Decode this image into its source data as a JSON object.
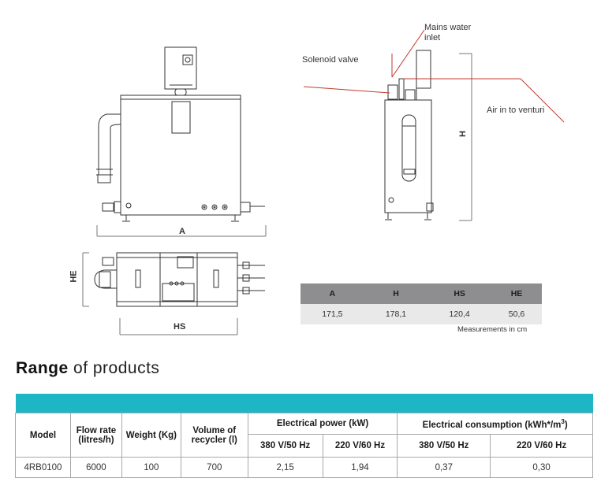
{
  "callouts": {
    "mains_water_line1": "Mains water",
    "mains_water_line2": "inlet",
    "solenoid_valve": "Solenoid valve",
    "air_in": "Air in to  venturi"
  },
  "dimension_labels": {
    "a": "A",
    "h": "H",
    "he": "HE",
    "hs": "HS"
  },
  "dimensions_table": {
    "headers": [
      "A",
      "H",
      "HS",
      "HE"
    ],
    "values": [
      "171,5",
      "178,1",
      "120,4",
      "50,6"
    ],
    "note": "Measurements in  cm"
  },
  "range": {
    "title_bold": "Range",
    "title_rest": " of products"
  },
  "products_table": {
    "headers": {
      "model": "Model",
      "flow_rate": "Flow rate (litres/h)",
      "weight": "Weight (Kg)",
      "volume": "Volume of recycler (l)",
      "electrical_power": "Electrical power (kW)",
      "electrical_consumption_prefix": "Electrical consumption (kWh*/m",
      "electrical_consumption_sup": "3",
      "electrical_consumption_suffix": ")",
      "v380": "380 V/50 Hz",
      "v220": "220 V/60 Hz",
      "v380b": "380 V/50 Hz",
      "v220b": "220 V/60 Hz"
    },
    "rows": [
      {
        "model": "4RB0100",
        "flow_rate": "6000",
        "weight": "100",
        "volume": "700",
        "power_380": "2,15",
        "power_220": "1,94",
        "consumption_380": "0,37",
        "consumption_220": "0,30"
      }
    ]
  },
  "colors": {
    "band": "#1eb6c4",
    "callout_line": "#c0392b",
    "table_header_gray": "#8e8e90",
    "table_row_gray": "#e9e9e9"
  }
}
